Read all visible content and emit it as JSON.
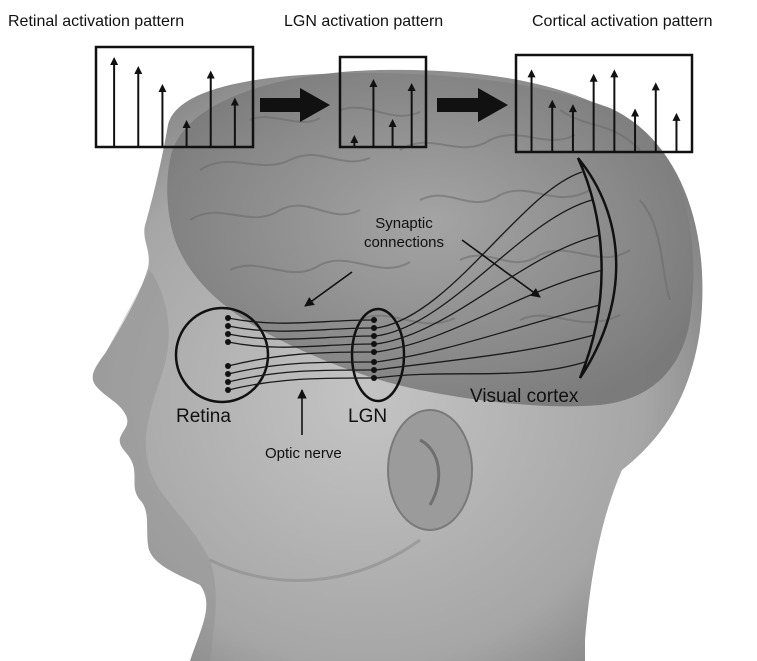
{
  "headers": {
    "retinal": "Retinal activation pattern",
    "lgn": "LGN activation pattern",
    "cortical": "Cortical activation pattern"
  },
  "patterns": {
    "retinal": [
      1.0,
      0.9,
      0.7,
      0.3,
      0.85,
      0.55
    ],
    "lgn": [
      0.15,
      0.85,
      0.35,
      0.8
    ],
    "cortical": [
      0.95,
      0.6,
      0.55,
      0.9,
      0.95,
      0.5,
      0.8,
      0.45
    ]
  },
  "labels": {
    "synaptic": [
      "Synaptic",
      "connections"
    ],
    "retina": "Retina",
    "lgn": "LGN",
    "optic_nerve": "Optic nerve",
    "visual_cortex": "Visual cortex"
  },
  "colors": {
    "ink": "#111111",
    "head_skin": "#a9a9a9",
    "brain": "#8e8e8e"
  }
}
